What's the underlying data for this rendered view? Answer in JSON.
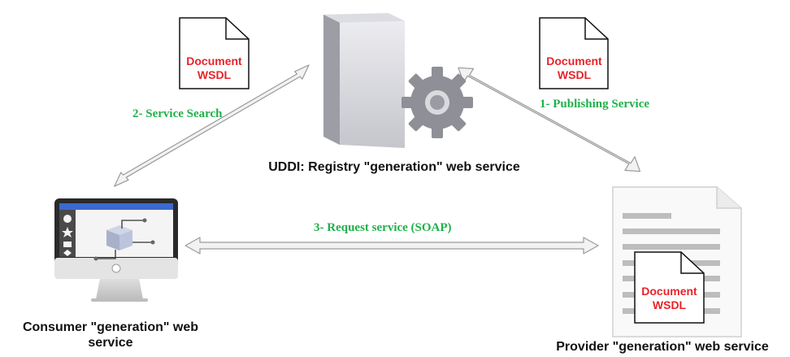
{
  "diagram": {
    "nodes": {
      "registry": {
        "label": "UDDI: Registry \"generation\" web service"
      },
      "consumer": {
        "label_line1": "Consumer \"generation\" web",
        "label_line2": "service"
      },
      "provider": {
        "label": "Provider \"generation\" web service"
      }
    },
    "documents": {
      "left": {
        "line1": "Document",
        "line2": "WSDL"
      },
      "right": {
        "line1": "Document",
        "line2": "WSDL"
      },
      "bottom": {
        "line1": "Document",
        "line2": "WSDL"
      }
    },
    "edges": {
      "search": {
        "label": "2- Service Search"
      },
      "publish": {
        "label": "1- Publishing Service"
      },
      "request": {
        "label": "3- Request service (SOAP)"
      }
    },
    "colors": {
      "edge_label": "#1fb04a",
      "doc_text": "#e8232a",
      "arrow_fill": "#f2f2f2",
      "arrow_stroke": "#9a9a9a"
    }
  }
}
